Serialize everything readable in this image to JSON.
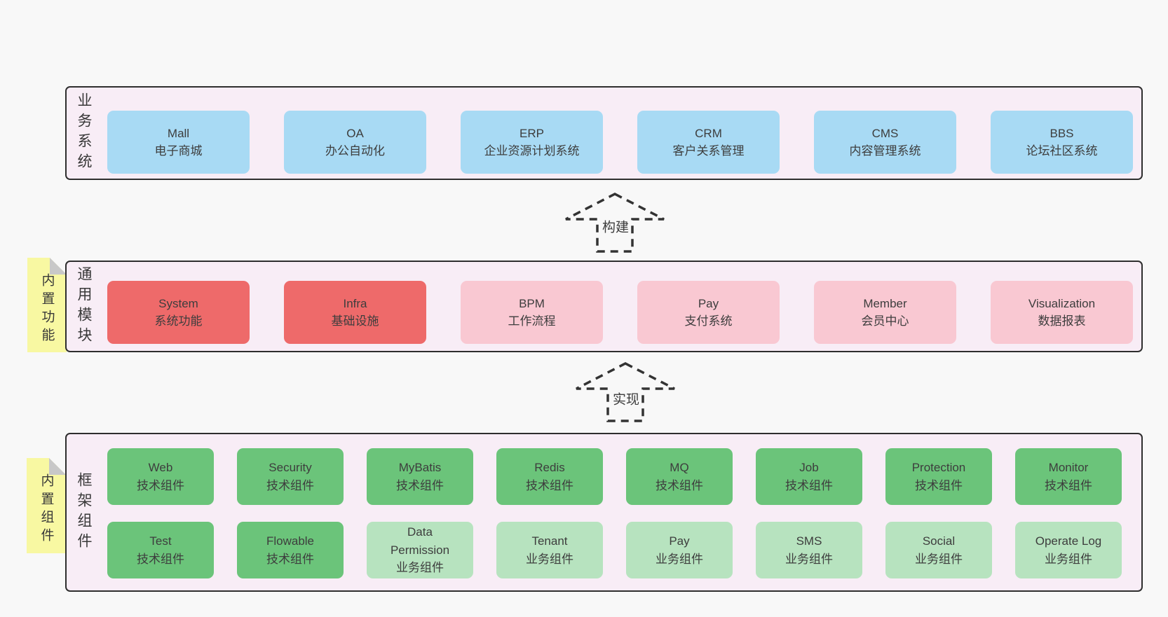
{
  "bands": [
    {
      "label": "业务系统",
      "boxes": [
        {
          "name": "Mall",
          "desc": "电子商城",
          "tone": "blue"
        },
        {
          "name": "OA",
          "desc": "办公自动化",
          "tone": "blue"
        },
        {
          "name": "ERP",
          "desc": "企业资源计划系统",
          "tone": "blue"
        },
        {
          "name": "CRM",
          "desc": "客户关系管理",
          "tone": "blue"
        },
        {
          "name": "CMS",
          "desc": "内容管理系统",
          "tone": "blue"
        },
        {
          "name": "BBS",
          "desc": "论坛社区系统",
          "tone": "blue"
        }
      ]
    },
    {
      "label": "通用模块",
      "sticky": "内置功能",
      "boxes": [
        {
          "name": "System",
          "desc": "系统功能",
          "tone": "red"
        },
        {
          "name": "Infra",
          "desc": "基础设施",
          "tone": "red"
        },
        {
          "name": "BPM",
          "desc": "工作流程",
          "tone": "pink"
        },
        {
          "name": "Pay",
          "desc": "支付系统",
          "tone": "pink"
        },
        {
          "name": "Member",
          "desc": "会员中心",
          "tone": "pink"
        },
        {
          "name": "Visualization",
          "desc": "数据报表",
          "tone": "pink"
        }
      ]
    },
    {
      "label": "框架组件",
      "sticky": "内置组件",
      "row1": [
        {
          "name": "Web",
          "desc": "技术组件",
          "tone": "green"
        },
        {
          "name": "Security",
          "desc": "技术组件",
          "tone": "green"
        },
        {
          "name": "MyBatis",
          "desc": "技术组件",
          "tone": "green"
        },
        {
          "name": "Redis",
          "desc": "技术组件",
          "tone": "green"
        },
        {
          "name": "MQ",
          "desc": "技术组件",
          "tone": "green"
        },
        {
          "name": "Job",
          "desc": "技术组件",
          "tone": "green"
        },
        {
          "name": "Protection",
          "desc": "技术组件",
          "tone": "green"
        },
        {
          "name": "Monitor",
          "desc": "技术组件",
          "tone": "green"
        }
      ],
      "row2": [
        {
          "name": "Test",
          "desc": "技术组件",
          "tone": "green"
        },
        {
          "name": "Flowable",
          "desc": "技术组件",
          "tone": "green"
        },
        {
          "name": "Data Permission",
          "desc": "业务组件",
          "tone": "green-light"
        },
        {
          "name": "Tenant",
          "desc": "业务组件",
          "tone": "green-light"
        },
        {
          "name": "Pay",
          "desc": "业务组件",
          "tone": "green-light"
        },
        {
          "name": "SMS",
          "desc": "业务组件",
          "tone": "green-light"
        },
        {
          "name": "Social",
          "desc": "业务组件",
          "tone": "green-light"
        },
        {
          "name": "Operate Log",
          "desc": "业务组件",
          "tone": "green-light"
        }
      ]
    }
  ],
  "arrows": [
    {
      "label": "构建"
    },
    {
      "label": "实现"
    }
  ],
  "colors": {
    "page_bg": "#f8f8f8",
    "band_bg": "#f8edf6",
    "band_border": "#2e2e2e",
    "box_blue": "#a8daf4",
    "box_red": "#ee6a6a",
    "box_pink": "#f9c8d2",
    "box_green": "#6bc47a",
    "box_green_light": "#b7e3bf",
    "sticky_yellow": "#f8f8a2",
    "sticky_fold": "#c8c8c8",
    "arrow_dash": "#333333"
  }
}
